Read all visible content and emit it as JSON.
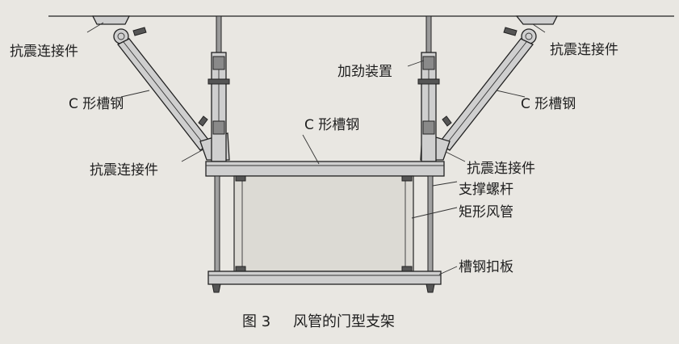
{
  "labels": {
    "seismic_connector_top_left": "抗震连接件",
    "seismic_connector_top_right": "抗震连接件",
    "stiffener_device": "加劲装置",
    "c_channel_left": "C 形槽钢",
    "c_channel_right": "C 形槽钢",
    "c_channel_top_beam": "C 形槽钢",
    "seismic_connector_mid_left": "抗震连接件",
    "seismic_connector_mid_right": "抗震连接件",
    "support_rod": "支撑螺杆",
    "rect_duct": "矩形风管",
    "channel_clamp_plate": "槽钢扣板"
  },
  "caption": {
    "figure_number": "图 3",
    "title": "风管的门型支架"
  }
}
